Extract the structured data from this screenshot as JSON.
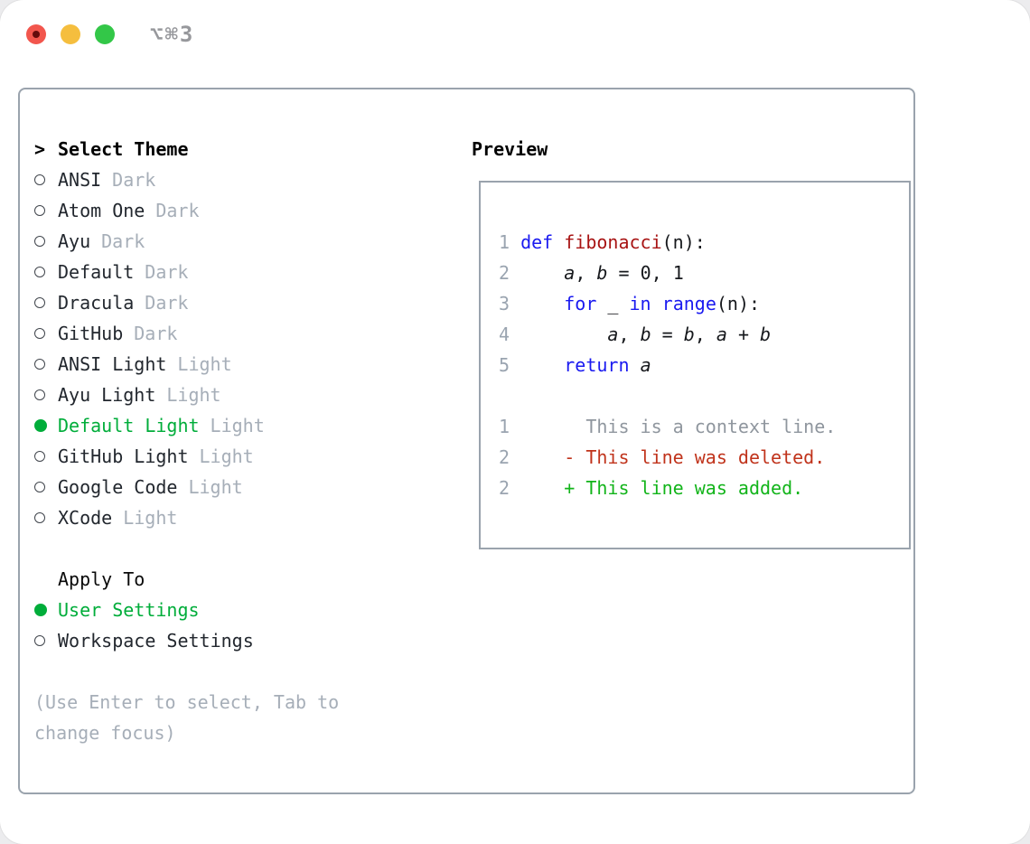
{
  "window": {
    "title": "⌥⌘3",
    "traffic_lights": [
      "close",
      "minimize",
      "zoom"
    ]
  },
  "theme_panel": {
    "header": {
      "marker": ">",
      "label": "Select Theme"
    },
    "themes": [
      {
        "name": "ANSI",
        "variant": "Dark",
        "selected": false
      },
      {
        "name": "Atom One",
        "variant": "Dark",
        "selected": false
      },
      {
        "name": "Ayu",
        "variant": "Dark",
        "selected": false
      },
      {
        "name": "Default",
        "variant": "Dark",
        "selected": false
      },
      {
        "name": "Dracula",
        "variant": "Dark",
        "selected": false
      },
      {
        "name": "GitHub",
        "variant": "Dark",
        "selected": false
      },
      {
        "name": "ANSI Light",
        "variant": "Light",
        "selected": false
      },
      {
        "name": "Ayu Light",
        "variant": "Light",
        "selected": false
      },
      {
        "name": "Default Light",
        "variant": "Light",
        "selected": true
      },
      {
        "name": "GitHub Light",
        "variant": "Light",
        "selected": false
      },
      {
        "name": "Google Code",
        "variant": "Light",
        "selected": false
      },
      {
        "name": "XCode",
        "variant": "Light",
        "selected": false
      }
    ],
    "apply_to": {
      "label": "Apply To",
      "options": [
        {
          "name": "User Settings",
          "selected": true
        },
        {
          "name": "Workspace Settings",
          "selected": false
        }
      ]
    },
    "hint": "(Use Enter to select, Tab to change focus)"
  },
  "preview": {
    "title": "Preview",
    "lines": [
      {
        "num": "1",
        "segments": [
          [
            " ",
            ""
          ],
          [
            "def",
            "kw"
          ],
          [
            " ",
            ""
          ],
          [
            "fibonacci",
            "fn"
          ],
          [
            "(n):",
            ""
          ]
        ]
      },
      {
        "num": "2",
        "segments": [
          [
            "     ",
            ""
          ],
          [
            "a",
            "var"
          ],
          [
            ", ",
            ""
          ],
          [
            "b",
            "var"
          ],
          [
            " = 0, 1",
            ""
          ]
        ]
      },
      {
        "num": "3",
        "segments": [
          [
            "     ",
            ""
          ],
          [
            "for",
            "kw"
          ],
          [
            " _ ",
            ""
          ],
          [
            "in",
            "kw"
          ],
          [
            " ",
            ""
          ],
          [
            "range",
            "kw"
          ],
          [
            "(n):",
            ""
          ]
        ]
      },
      {
        "num": "4",
        "segments": [
          [
            "         ",
            ""
          ],
          [
            "a",
            "var"
          ],
          [
            ", ",
            ""
          ],
          [
            "b",
            "var"
          ],
          [
            " = ",
            ""
          ],
          [
            "b",
            "var"
          ],
          [
            ", ",
            ""
          ],
          [
            "a",
            "var"
          ],
          [
            " + ",
            ""
          ],
          [
            "b",
            "var"
          ]
        ]
      },
      {
        "num": "5",
        "segments": [
          [
            "     ",
            ""
          ],
          [
            "return",
            "kw"
          ],
          [
            " ",
            ""
          ],
          [
            "a",
            "var"
          ]
        ]
      },
      {
        "blank": true
      },
      {
        "num": "1",
        "segments": [
          [
            "       This is a context line.",
            "ctx"
          ]
        ]
      },
      {
        "num": "2",
        "segments": [
          [
            "     - This line was deleted.",
            "del"
          ]
        ]
      },
      {
        "num": "2",
        "segments": [
          [
            "     + This line was added.",
            "add"
          ]
        ]
      }
    ]
  },
  "colors": {
    "accent_green": "#00ad3a",
    "traffic_red": "#f2564d",
    "traffic_red_dot": "#640b0b",
    "traffic_yellow": "#f5be3e",
    "traffic_green": "#33c748",
    "border": "#9aa3ad",
    "text_dark": "#22272e",
    "muted": "#a6aeb8",
    "line_number": "#9aa4b0",
    "context": "#8f969e",
    "keyword_blue": "#1a1af0",
    "function_red": "#a81414",
    "deleted_red": "#c0331b",
    "added_green": "#12b41a",
    "title_gray": "#97989c"
  }
}
